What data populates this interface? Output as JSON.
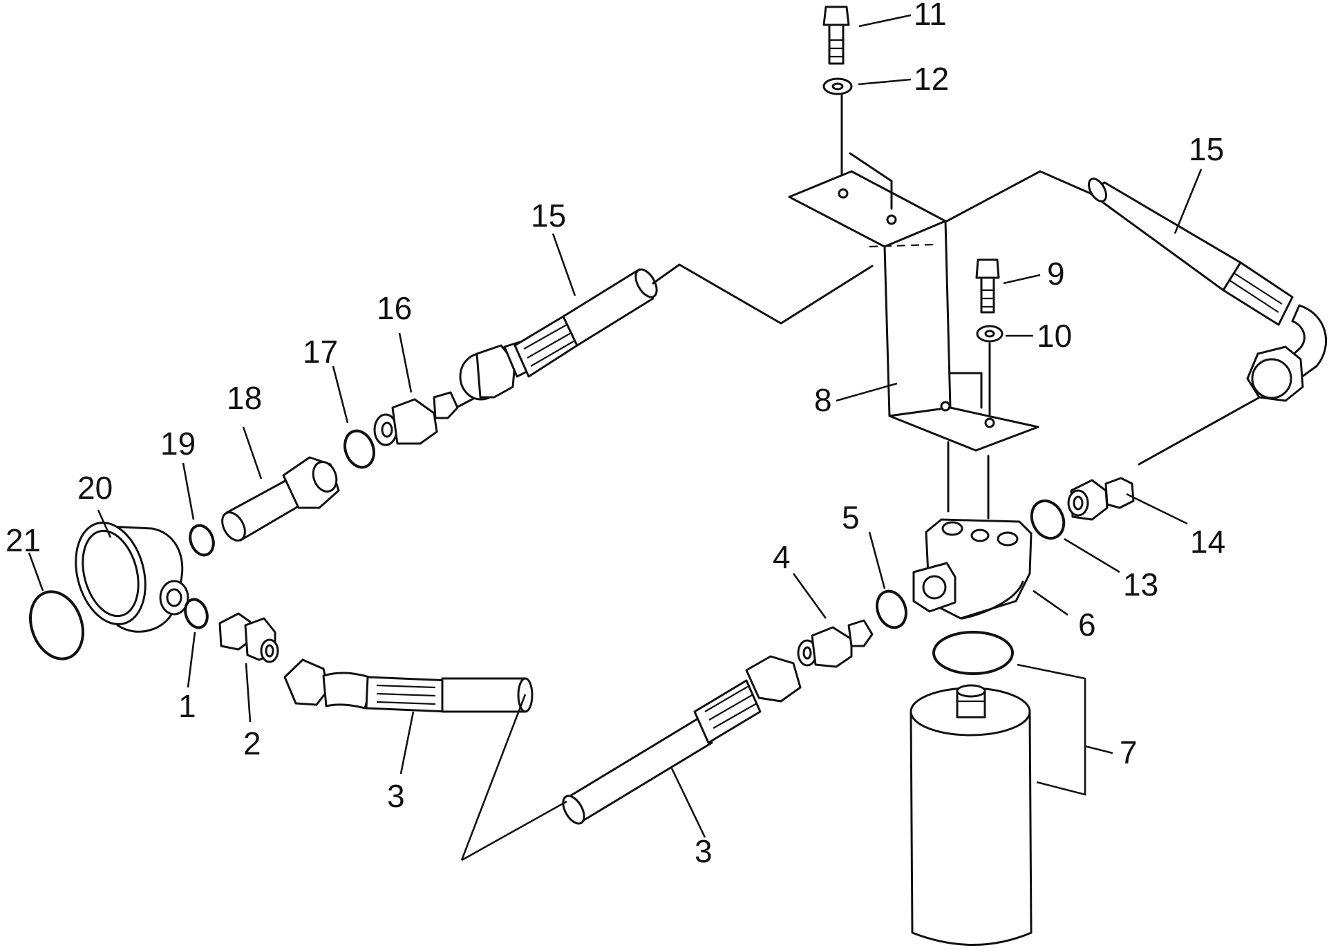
{
  "callouts": {
    "c1": "1",
    "c2": "2",
    "c3a": "3",
    "c3b": "3",
    "c4": "4",
    "c5": "5",
    "c6": "6",
    "c7": "7",
    "c8": "8",
    "c9": "9",
    "c10": "10",
    "c11": "11",
    "c12": "12",
    "c13": "13",
    "c14": "14",
    "c15a": "15",
    "c15b": "15",
    "c16": "16",
    "c17": "17",
    "c18": "18",
    "c19": "19",
    "c20": "20",
    "c21": "21"
  }
}
